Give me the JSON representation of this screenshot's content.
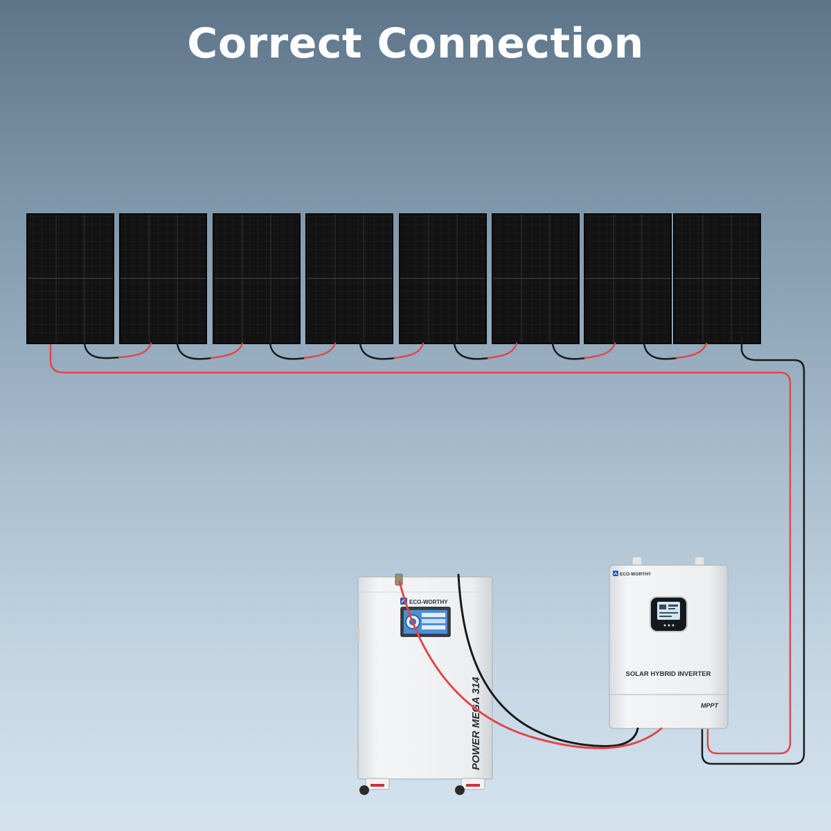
{
  "title": "Correct Connection",
  "panels": {
    "count": 8
  },
  "battery": {
    "brand": "ECO-WORTHY",
    "model": "POWER MEGA 314"
  },
  "inverter": {
    "brand": "ECO-WORTHY",
    "label": "SOLAR HYBRID INVERTER",
    "badge": "MPPT"
  },
  "colors": {
    "positive_cable": "#e0474a",
    "negative_cable": "#1a1a1a",
    "panel_body": "#151515",
    "device_body": "#eef0f2"
  }
}
